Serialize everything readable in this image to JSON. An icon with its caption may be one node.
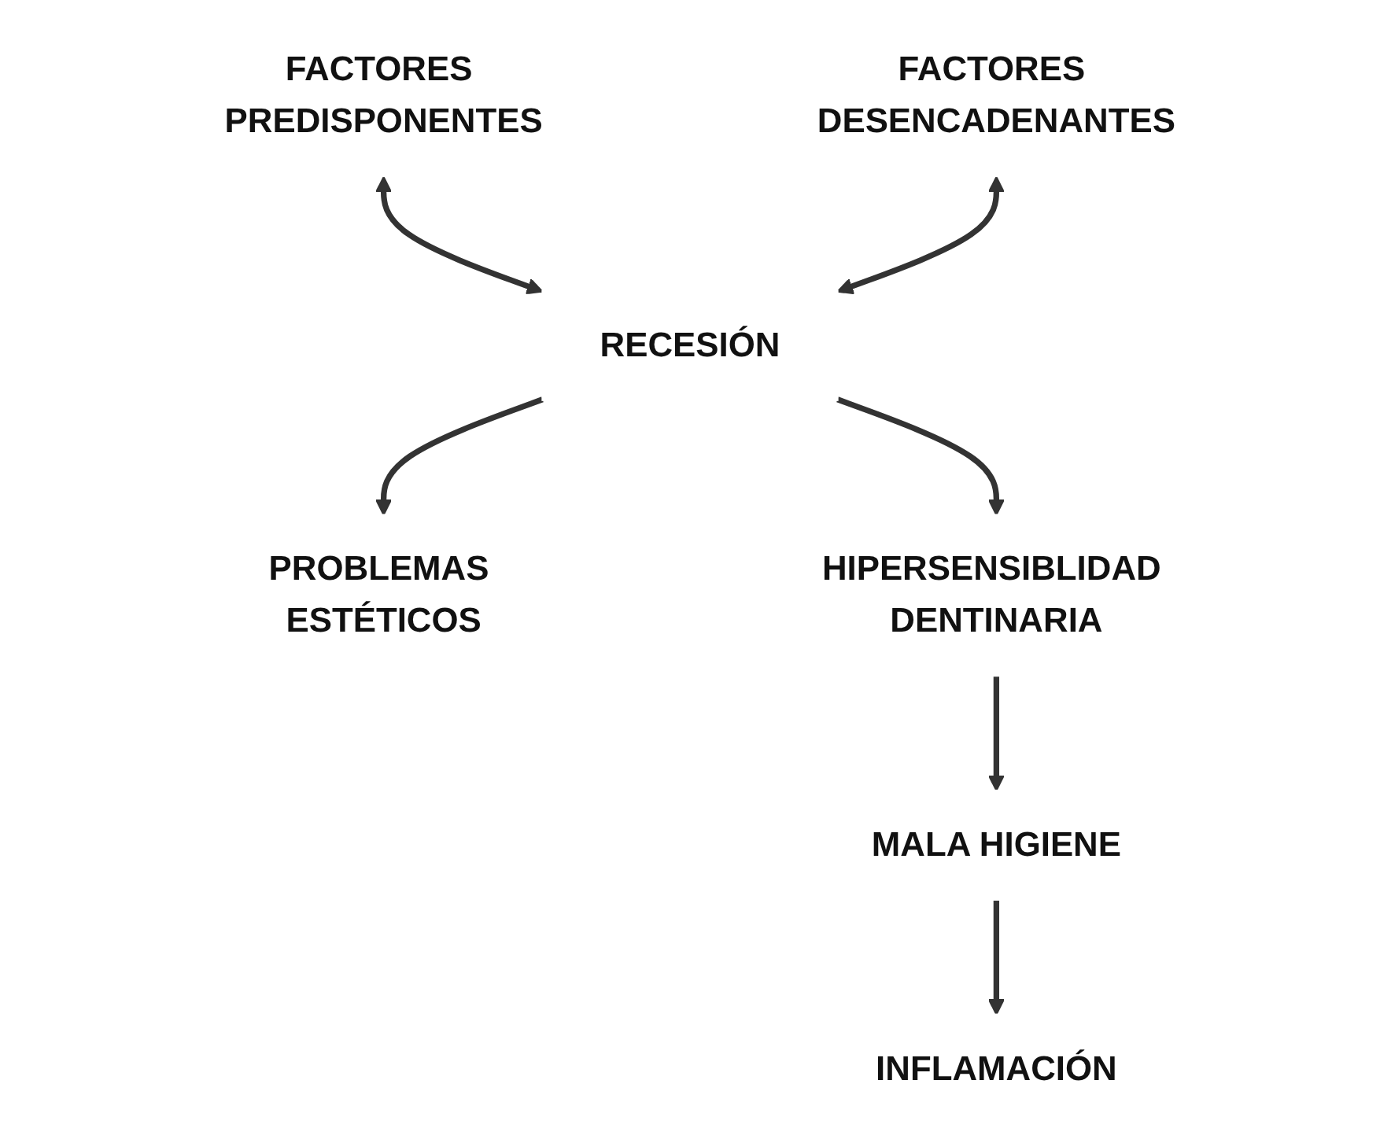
{
  "diagram": {
    "nodes": [
      {
        "text": [
          "FACTORES PREDISPONENTES"
        ]
      },
      {
        "text": [
          "FACTORES DESENCADENANTES"
        ]
      },
      {
        "text": [
          "RECESIÓN"
        ]
      },
      {
        "text": [
          "PROBLEMAS ESTÉTICOS"
        ]
      },
      {
        "text": [
          "HIPERSENSIBLIDAD DENTINARIA"
        ]
      },
      {
        "text": [
          "MALA HIGIENE"
        ]
      },
      {
        "text": [
          "INFLAMACIÓN"
        ]
      }
    ],
    "edges": [
      {
        "from": 0,
        "to": 2,
        "arrow": "both"
      },
      {
        "from": 1,
        "to": 2,
        "arrow": "both"
      },
      {
        "from": 2,
        "to": 3,
        "arrow": "to"
      },
      {
        "from": 2,
        "to": 4,
        "arrow": "to"
      },
      {
        "from": 4,
        "to": 5,
        "arrow": "to"
      },
      {
        "from": 5,
        "to": 6,
        "arrow": "to"
      }
    ]
  }
}
